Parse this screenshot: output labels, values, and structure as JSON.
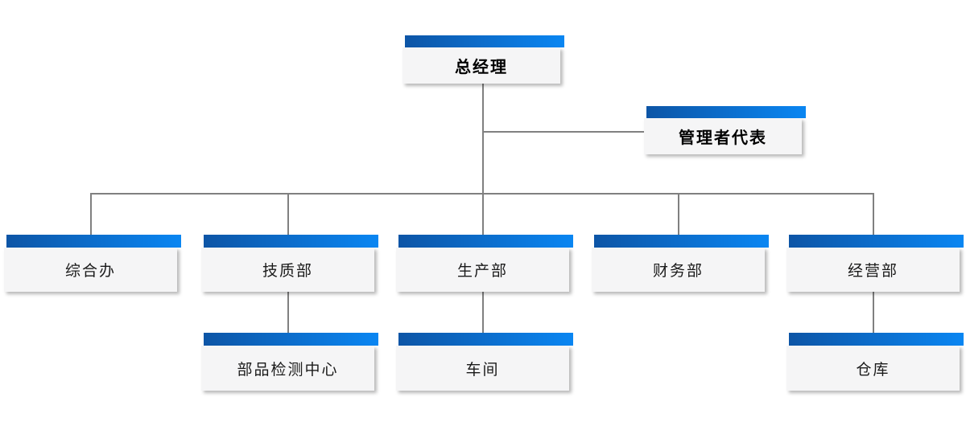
{
  "org_chart": {
    "type": "organization-chart",
    "background": "#ffffff",
    "colors": {
      "bar_gradient_start": "#0d55a6",
      "bar_gradient_end": "#0a86f2",
      "box_body": "#f5f5f6",
      "connector": "#808080",
      "text": "#1a1a1a"
    },
    "nodes": [
      {
        "id": "general-manager",
        "label": "总经理",
        "level": 1,
        "parent": null
      },
      {
        "id": "management-representative",
        "label": "管理者代表",
        "level": 1,
        "parent": "general-manager"
      },
      {
        "id": "general-office",
        "label": "综合办",
        "level": 2,
        "parent": "general-manager"
      },
      {
        "id": "tech-quality-dept",
        "label": "技质部",
        "level": 2,
        "parent": "general-manager"
      },
      {
        "id": "production-dept",
        "label": "生产部",
        "level": 2,
        "parent": "general-manager"
      },
      {
        "id": "finance-dept",
        "label": "财务部",
        "level": 2,
        "parent": "general-manager"
      },
      {
        "id": "business-dept",
        "label": "经营部",
        "level": 2,
        "parent": "general-manager"
      },
      {
        "id": "parts-testing-center",
        "label": "部品检测中心",
        "level": 3,
        "parent": "tech-quality-dept"
      },
      {
        "id": "workshop",
        "label": "车间",
        "level": 3,
        "parent": "production-dept"
      },
      {
        "id": "warehouse",
        "label": "仓库",
        "level": 3,
        "parent": "business-dept"
      }
    ],
    "edges": [
      [
        "general-manager",
        "management-representative"
      ],
      [
        "general-manager",
        "general-office"
      ],
      [
        "general-manager",
        "tech-quality-dept"
      ],
      [
        "general-manager",
        "production-dept"
      ],
      [
        "general-manager",
        "finance-dept"
      ],
      [
        "general-manager",
        "business-dept"
      ],
      [
        "tech-quality-dept",
        "parts-testing-center"
      ],
      [
        "production-dept",
        "workshop"
      ],
      [
        "business-dept",
        "warehouse"
      ]
    ]
  }
}
